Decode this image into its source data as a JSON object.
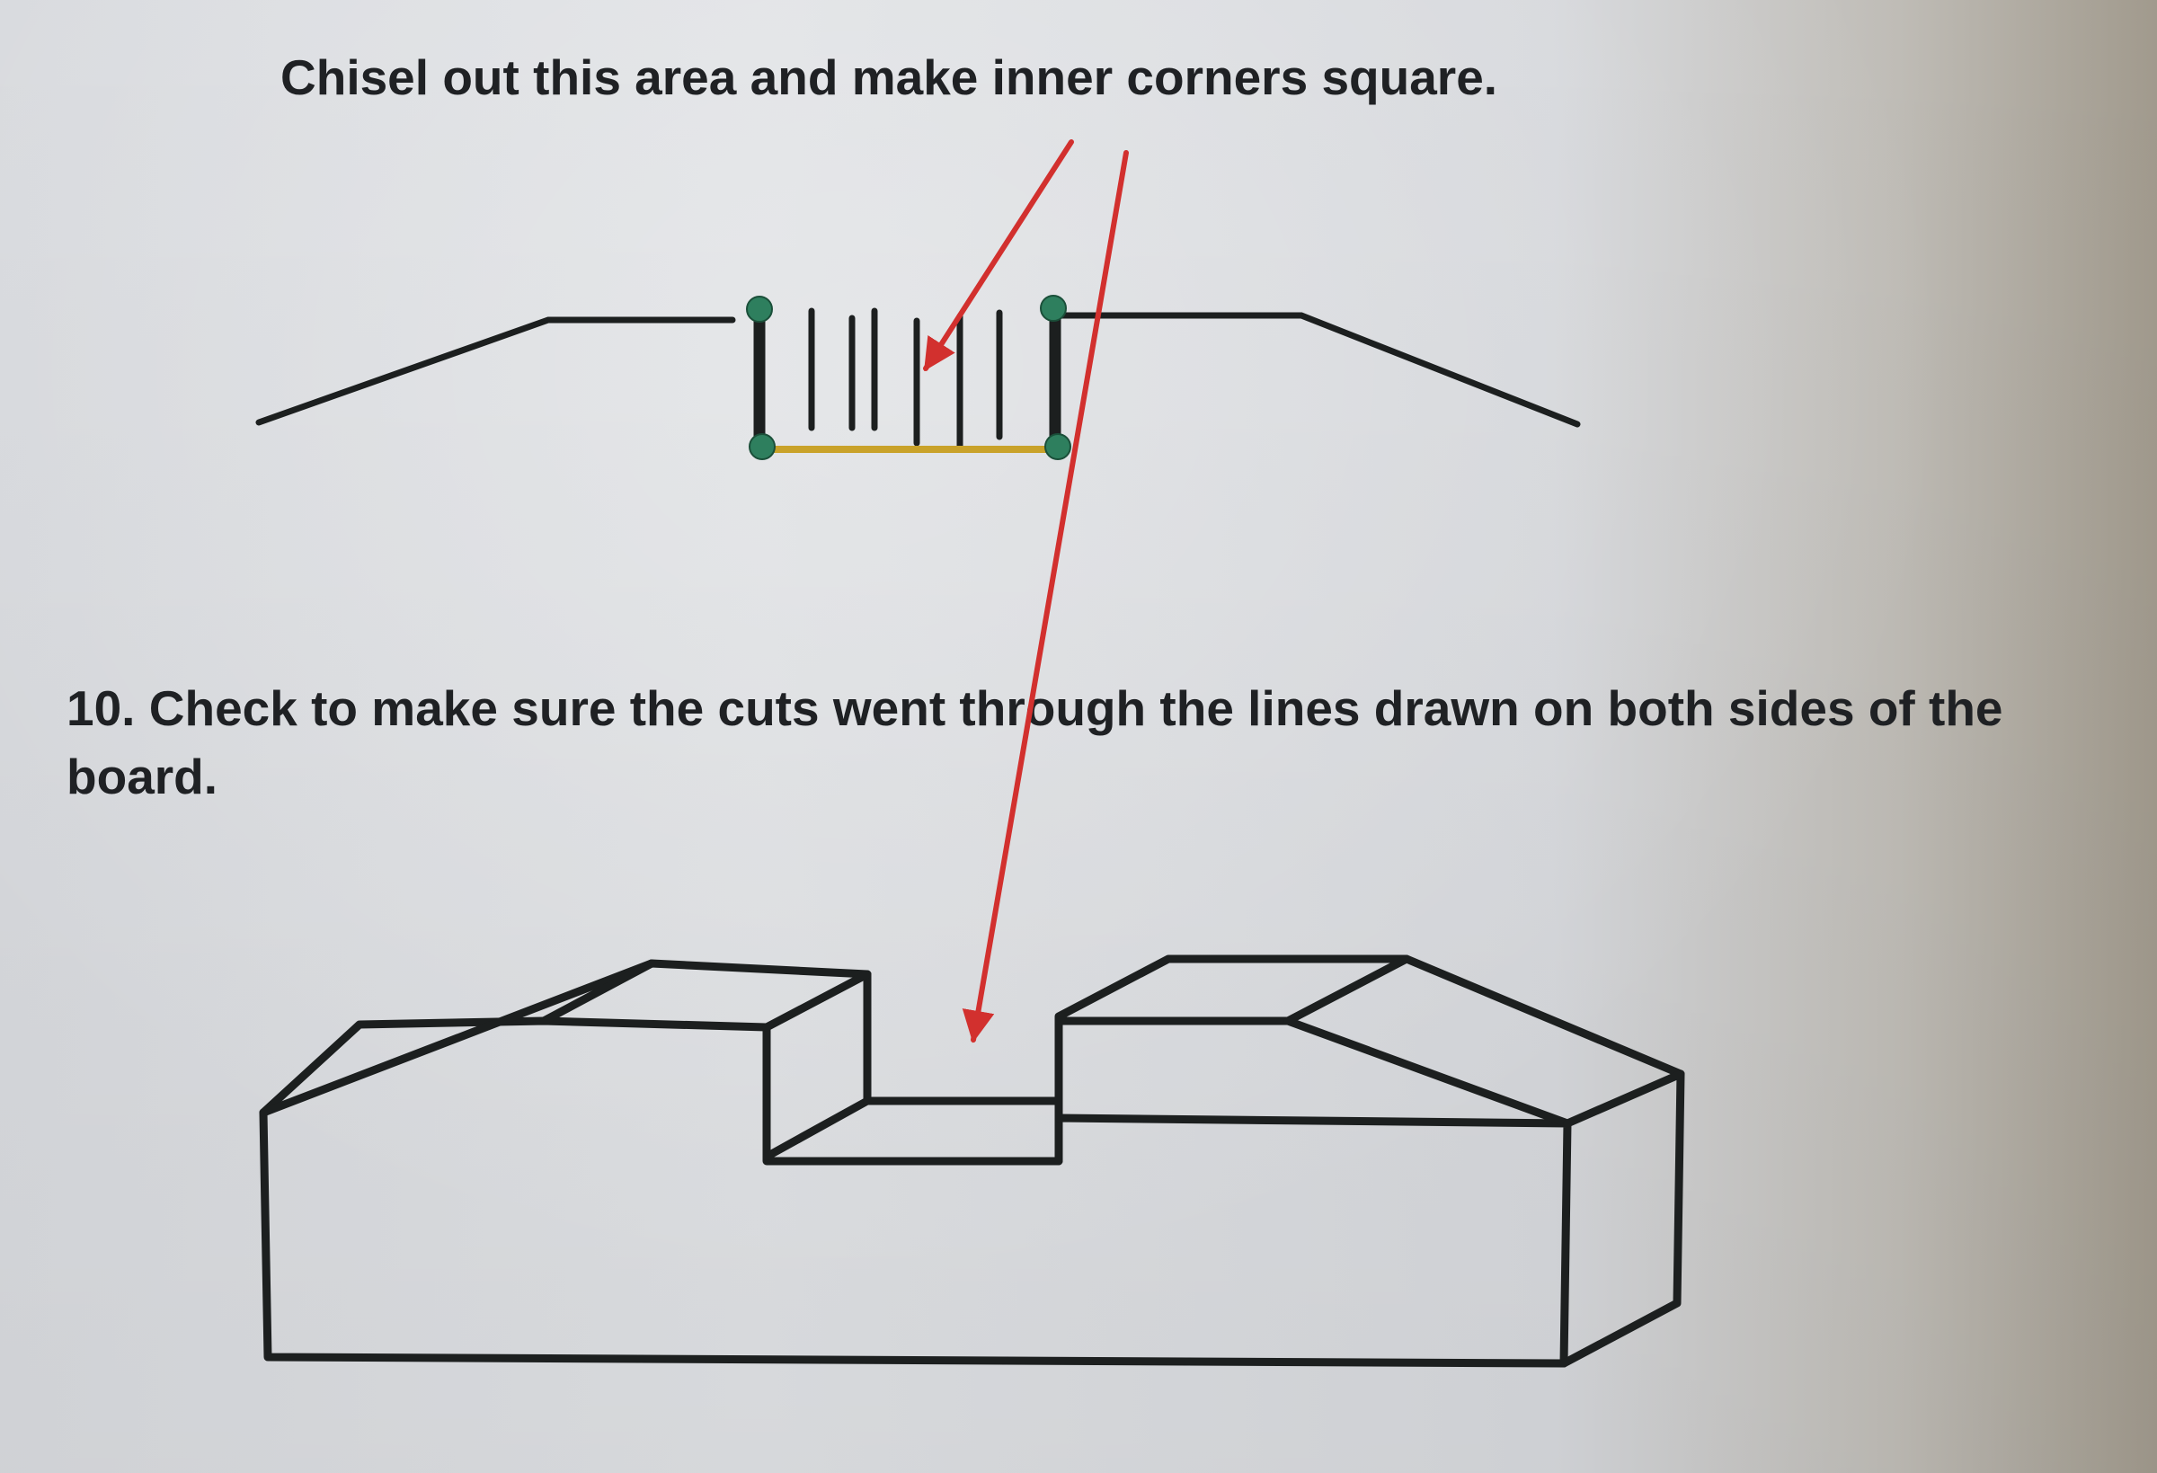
{
  "instructions": {
    "callout": "Chisel out this area and make inner corners square.",
    "step": {
      "number": "10.",
      "text": "Check to make sure the cuts went through the lines drawn on both sides of the board."
    }
  },
  "colors": {
    "paper": "#dcdee1",
    "ink": "#1c1f1f",
    "arrow": "#d2302e",
    "marker_dot": "#2e7f5e",
    "baseline": "#c9a22a"
  },
  "icons": {
    "arrow": "red-arrow-icon",
    "corner_marker": "green-dot-icon"
  }
}
